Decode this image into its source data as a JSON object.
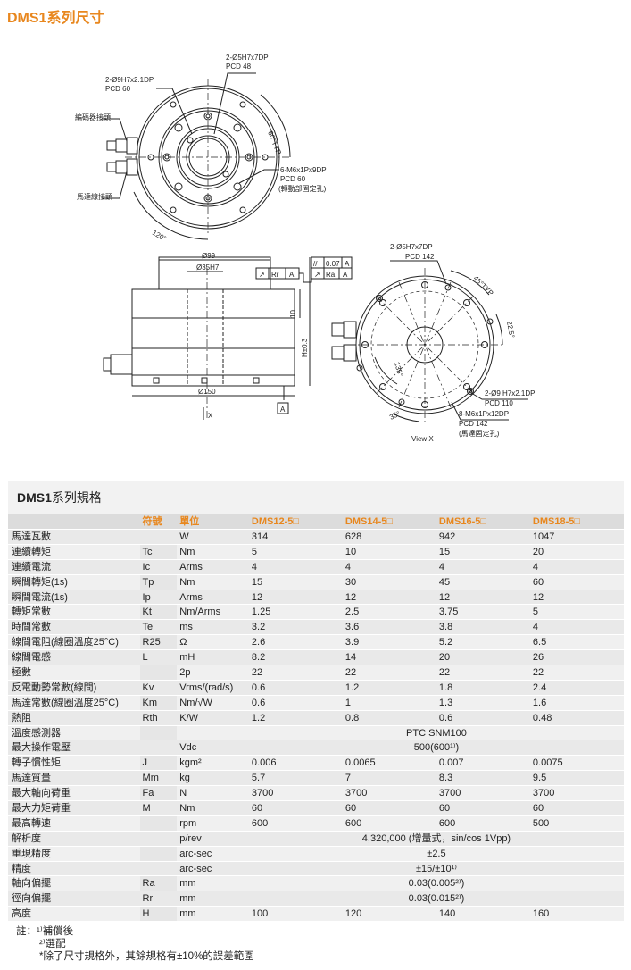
{
  "page_title": "DMS1系列尺寸",
  "drawing": {
    "top_view": {
      "hole_1": "2-Ø9H7x2.1DP",
      "hole_1_pcd": "PCD 60",
      "hole_2": "2-Ø5H7x7DP",
      "hole_2_pcd": "PCD 48",
      "angle_60": "60°TYP",
      "encoder_connector": "編碼器接頭",
      "motor_connector": "馬達線接頭",
      "tap_1": "6-M6x1Px9DP",
      "tap_1_pcd": "PCD 60",
      "tap_1_note": "(轉動部固定孔)",
      "angle_120": "120°"
    },
    "side_view": {
      "d99": "Ø99",
      "d35": "Ø35H7",
      "d150": "Ø150",
      "h10": "10",
      "h_total": "H±0.3",
      "runout_r_sym": "↗",
      "runout_r_label": "Rr",
      "runout_r_ref": "A",
      "flat_sym": "//",
      "flat_value": "0.07",
      "flat_ref": "A",
      "runout_a_sym": "↗",
      "runout_a_label": "Ra",
      "runout_a_ref": "A",
      "datum": "A",
      "view_label": "X"
    },
    "bottom_view": {
      "hole_1": "2-Ø5H7x7DP",
      "hole_1_pcd": "PCD 142",
      "angle_45": "45°TYP",
      "angle_225": "22.5°",
      "angle_135": "135°",
      "angle_35": "35°",
      "hole_2": "2-Ø9 H7x2.1DP",
      "hole_2_pcd": "PCD 110",
      "tap": "8-M6x1Px12DP",
      "tap_pcd": "PCD 142",
      "tap_note": "(馬達固定孔)",
      "view_label": "View X"
    }
  },
  "spec": {
    "title_bold": "DMS1",
    "title_rest": "系列規格",
    "headers": [
      "",
      "符號",
      "單位",
      "DMS12-5□",
      "DMS14-5□",
      "DMS16-5□",
      "DMS18-5□"
    ],
    "rows": [
      [
        "馬達瓦數",
        "",
        "W",
        "314",
        "628",
        "942",
        "1047"
      ],
      [
        "連續轉矩",
        "Tc",
        "Nm",
        "5",
        "10",
        "15",
        "20"
      ],
      [
        "連續電流",
        "Ic",
        "Arms",
        "4",
        "4",
        "4",
        "4"
      ],
      [
        "瞬間轉矩(1s)",
        "Tp",
        "Nm",
        "15",
        "30",
        "45",
        "60"
      ],
      [
        "瞬間電流(1s)",
        "Ip",
        "Arms",
        "12",
        "12",
        "12",
        "12"
      ],
      [
        "轉矩常數",
        "Kt",
        "Nm/Arms",
        "1.25",
        "2.5",
        "3.75",
        "5"
      ],
      [
        "時間常數",
        "Te",
        "ms",
        "3.2",
        "3.6",
        "3.8",
        "4"
      ],
      [
        "線間電阻(線圈溫度25°C)",
        "R25",
        "Ω",
        "2.6",
        "3.9",
        "5.2",
        "6.5"
      ],
      [
        "線間電感",
        "L",
        "mH",
        "8.2",
        "14",
        "20",
        "26"
      ],
      [
        "極數",
        "",
        "2p",
        "22",
        "22",
        "22",
        "22"
      ],
      [
        "反電動勢常數(線間)",
        "Kv",
        "Vrms/(rad/s)",
        "0.6",
        "1.2",
        "1.8",
        "2.4"
      ],
      [
        "馬達常數(線圈溫度25°C)",
        "Km",
        "Nm/√W",
        "0.6",
        "1",
        "1.3",
        "1.6"
      ],
      [
        "熱阻",
        "Rth",
        "K/W",
        "1.2",
        "0.8",
        "0.6",
        "0.48"
      ],
      [
        "溫度感測器",
        "",
        "",
        "PTC SNM100"
      ],
      [
        "最大操作電壓",
        "",
        "Vdc",
        "500(600¹⁾)"
      ],
      [
        "轉子慣性矩",
        "J",
        "kgm²",
        "0.006",
        "0.0065",
        "0.007",
        "0.0075"
      ],
      [
        "馬達質量",
        "Mm",
        "kg",
        "5.7",
        "7",
        "8.3",
        "9.5"
      ],
      [
        "最大軸向荷重",
        "Fa",
        "N",
        "3700",
        "3700",
        "3700",
        "3700"
      ],
      [
        "最大力矩荷重",
        "M",
        "Nm",
        "60",
        "60",
        "60",
        "60"
      ],
      [
        "最高轉速",
        "",
        "rpm",
        "600",
        "600",
        "600",
        "500"
      ],
      [
        "解析度",
        "",
        "p/rev",
        "4,320,000 (增量式，sin/cos 1Vpp)"
      ],
      [
        "重現精度",
        "",
        "arc-sec",
        "±2.5"
      ],
      [
        "精度",
        "",
        "arc-sec",
        "±15/±10¹⁾"
      ],
      [
        "軸向偏擺",
        "Ra",
        "mm",
        "0.03(0.005²⁾)"
      ],
      [
        "徑向偏擺",
        "Rr",
        "mm",
        "0.03(0.015²⁾)"
      ],
      [
        "高度",
        "H",
        "mm",
        "100",
        "120",
        "140",
        "160"
      ]
    ]
  },
  "notes": {
    "prefix": "註：",
    "note1": "¹⁾補償後",
    "note2": "²⁾選配",
    "note3": "*除了尺寸規格外，其餘規格有±10%的誤差範圍"
  },
  "colors": {
    "accent": "#e8871e",
    "table_bg": "#f2f2f2"
  }
}
